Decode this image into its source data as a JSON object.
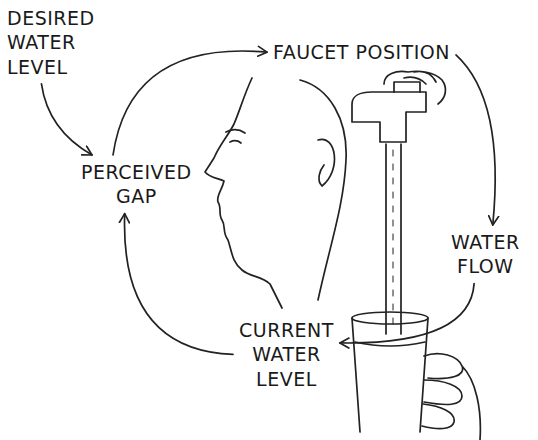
{
  "diagram": {
    "nodes": [
      {
        "text": [
          "DESIRED WATER LEVEL"
        ]
      },
      {
        "text": [
          "FAUCET POSITION"
        ]
      },
      {
        "text": [
          "PERCEIVED GAP"
        ]
      },
      {
        "text": [
          "WATER FLOW"
        ]
      },
      {
        "text": [
          "CURRENT WATER LEVEL"
        ]
      }
    ],
    "edges": [
      {
        "from": 0,
        "to": 2,
        "arrow": "to"
      },
      {
        "from": 2,
        "to": 1,
        "arrow": "to"
      },
      {
        "from": 1,
        "to": 3,
        "arrow": "to"
      },
      {
        "from": 3,
        "to": 4,
        "arrow": "to"
      },
      {
        "from": 4,
        "to": 2,
        "arrow": "to"
      }
    ]
  }
}
